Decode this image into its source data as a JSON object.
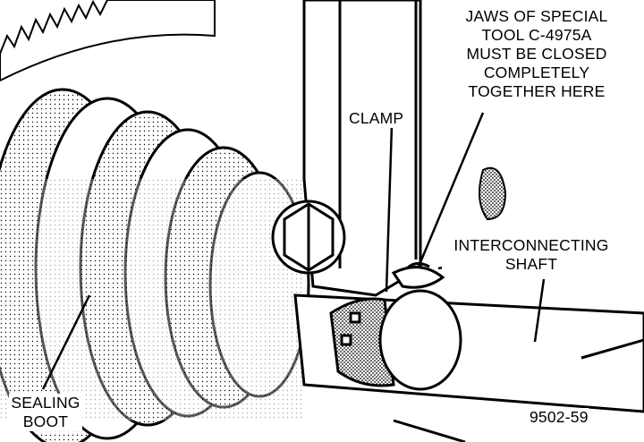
{
  "labels": {
    "jaws_note": [
      "JAWS OF SPECIAL",
      "TOOL C-4975A",
      "MUST BE CLOSED",
      "COMPLETELY",
      "TOGETHER HERE"
    ],
    "clamp": "CLAMP",
    "interconnecting_shaft": [
      "INTERCONNECTING",
      "SHAFT"
    ],
    "sealing_boot": [
      "SEALING",
      "BOOT"
    ],
    "figure_number": "9502-59"
  },
  "colors": {
    "ink": "#000000",
    "paper": "#ffffff",
    "boot_shade": "#c8c8c8"
  }
}
